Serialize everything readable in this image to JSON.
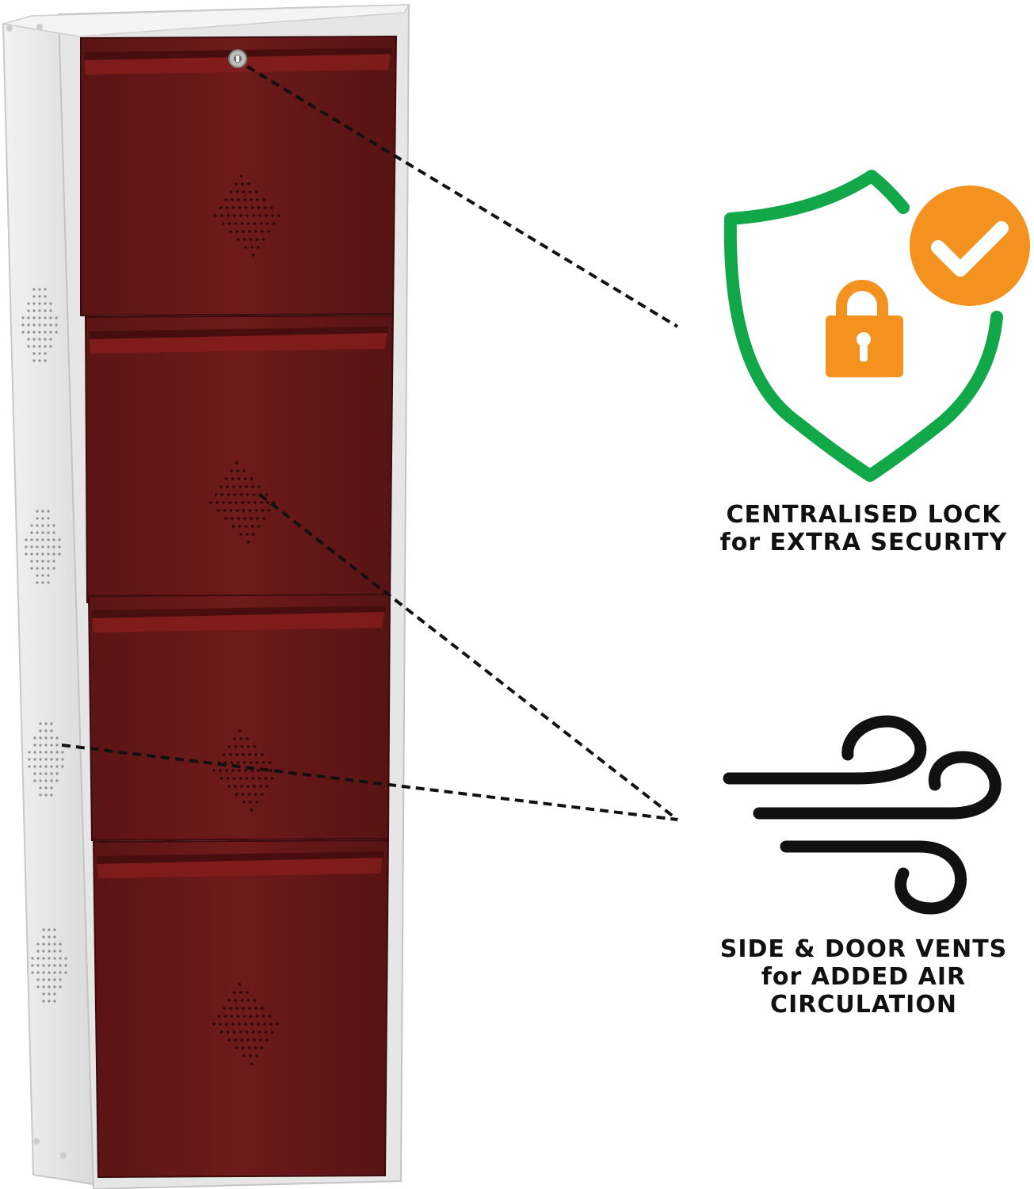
{
  "features": {
    "lock": {
      "icon": "shield-lock-check-icon",
      "line1": "CENTRALISED LOCK",
      "line2": "for EXTRA SECURITY"
    },
    "vents": {
      "icon": "wind-icon",
      "line1": "SIDE & DOOR VENTS",
      "line2": "for ADDED AIR",
      "line3": "CIRCULATION"
    }
  },
  "colors": {
    "cabinet_door": "#6b1818",
    "cabinet_frame": "#e2e2e2",
    "shield_green": "#12a84a",
    "lock_orange": "#f3921f",
    "wind_black": "#111111"
  }
}
